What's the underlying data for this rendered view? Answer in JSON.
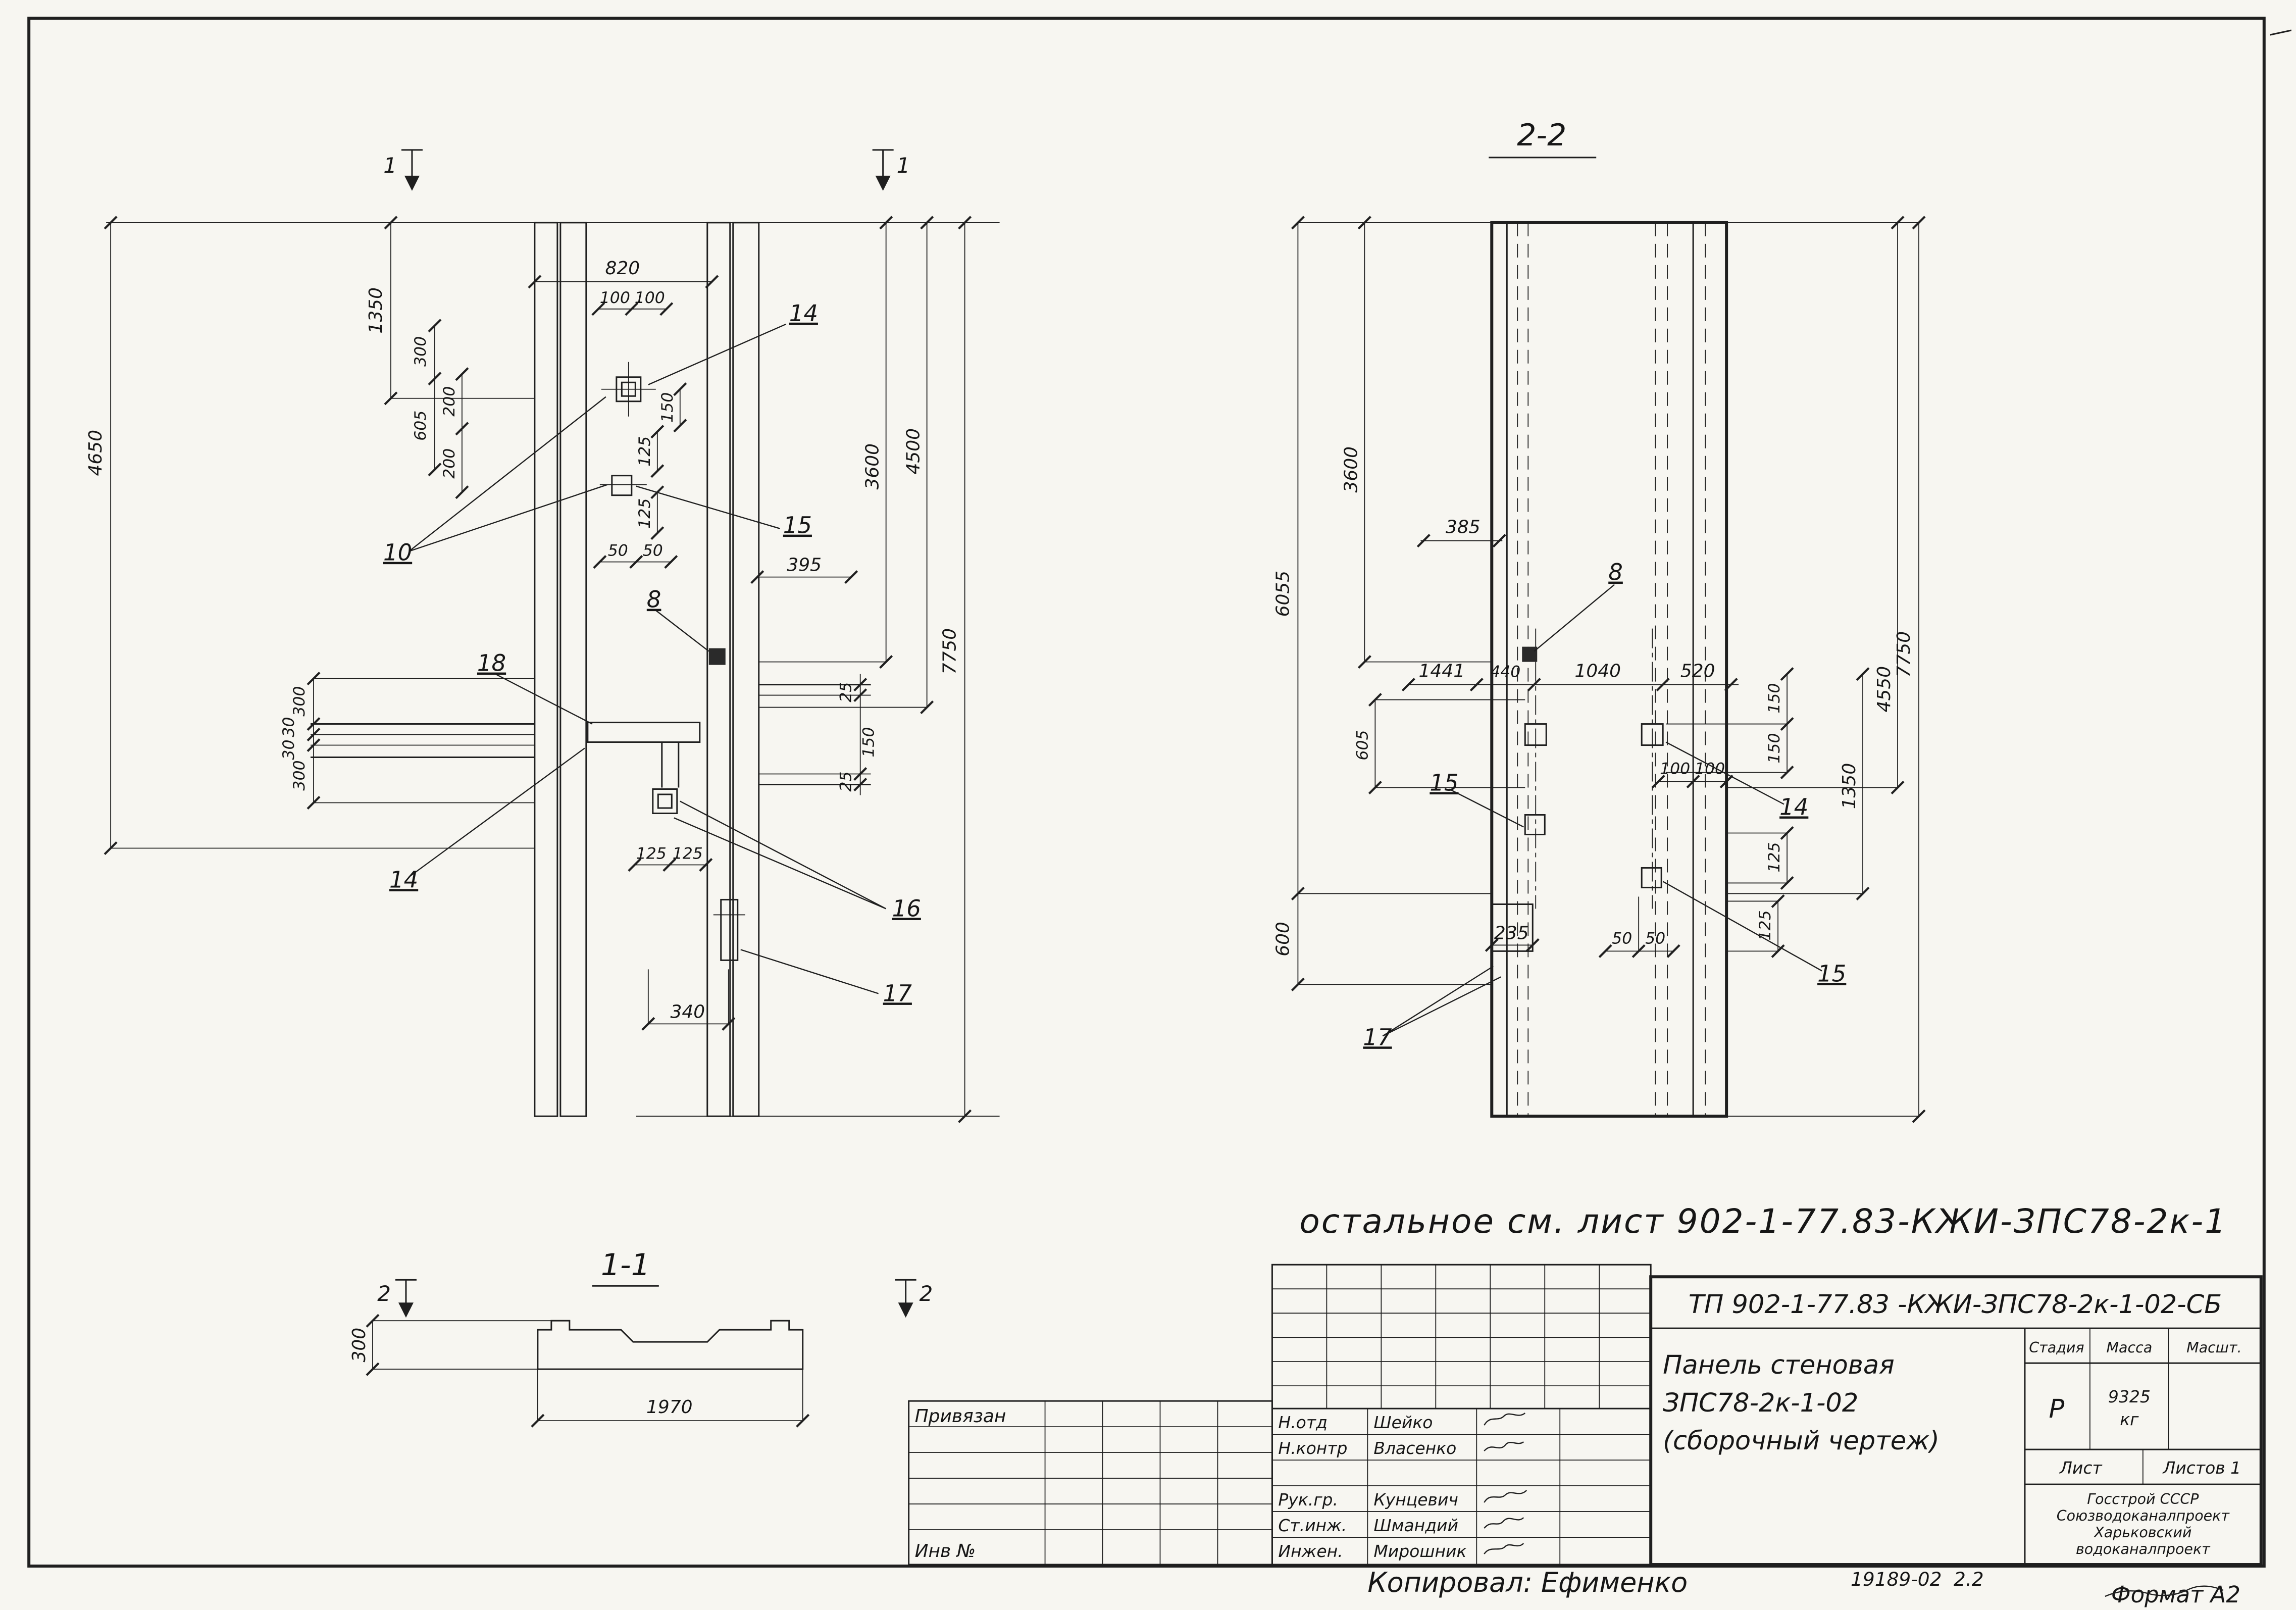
{
  "sheet": {
    "note": "остальное см. лист  902-1-77.83-КЖИ-ЗПС78-2к-1",
    "copied": "Копировал: Ефименко",
    "order": "19189-02",
    "page": "2.2",
    "format": "Формат А2"
  },
  "markers": {
    "m1": "1",
    "m2": "2",
    "title_11": "1-1",
    "title_22": "2-2"
  },
  "view_left": {
    "dims": {
      "d820": "820",
      "d100a": "100",
      "d100b": "100",
      "d1350": "1350",
      "d300a": "300",
      "d605": "605",
      "d200a": "200",
      "d200b": "200",
      "d4650": "4650",
      "d150a": "150",
      "d125a": "125",
      "d125b": "125",
      "d50a": "50",
      "d50b": "50",
      "d395": "395",
      "d3600": "3600",
      "d4500": "4500",
      "d7750": "7750",
      "d300b": "300",
      "d30a": "30",
      "d30b": "30",
      "d300c": "300",
      "d25a": "25",
      "d150b": "150",
      "d25b": "25",
      "d125c": "125",
      "d125d": "125",
      "d340": "340"
    },
    "labels": {
      "l10": "10",
      "l14a": "14",
      "l15": "15",
      "l8": "8",
      "l18": "18",
      "l14b": "14",
      "l16": "16",
      "l17": "17"
    }
  },
  "view_22": {
    "dims": {
      "d3600": "3600",
      "d6055": "6055",
      "d385": "385",
      "d1441": "1441",
      "d440": "440",
      "d1040": "1040",
      "d520": "520",
      "d605": "605",
      "d150a": "150",
      "d150b": "150",
      "d1350": "1350",
      "d4550": "4550",
      "d7750": "7750",
      "d100a": "100",
      "d100b": "100",
      "d125a": "125",
      "d125b": "125",
      "d600": "600",
      "d235": "235",
      "d50a": "50",
      "d50b": "50"
    },
    "labels": {
      "l8": "8",
      "l15a": "15",
      "l14": "14",
      "l15b": "15",
      "l17": "17"
    }
  },
  "view_11": {
    "dims": {
      "d300": "300",
      "d1970": "1970"
    }
  },
  "titleblock": {
    "doc": "ТП 902-1-77.83 -КЖИ-ЗПС78-2к-1-02-СБ",
    "title1": "Панель стеновая",
    "title2": "ЗПС78-2к-1-02",
    "title3": "(сборочный чертеж)",
    "h_stage": "Стадия",
    "h_mass": "Масса",
    "h_scale": "Масшт.",
    "stage": "Р",
    "mass": "9325",
    "mass_unit": "кг",
    "h_sheet": "Лист",
    "h_sheets": "Листов 1",
    "org1": "Госстрой СССР",
    "org2": "Союзводоканалпроект",
    "org3": "Харьковский",
    "org4": "водоканалпроект",
    "privyazan": "Привязан",
    "inv": "Инв №",
    "sign_rows": [
      {
        "role": "Н.отд",
        "name": "Шейко"
      },
      {
        "role": "Н.контр",
        "name": "Власенко"
      },
      {
        "role": "",
        "name": ""
      },
      {
        "role": "Рук.гр.",
        "name": "Кунцевич"
      },
      {
        "role": "Ст.инж.",
        "name": "Шмандий"
      },
      {
        "role": "Инжен.",
        "name": "Мирошник"
      }
    ]
  }
}
